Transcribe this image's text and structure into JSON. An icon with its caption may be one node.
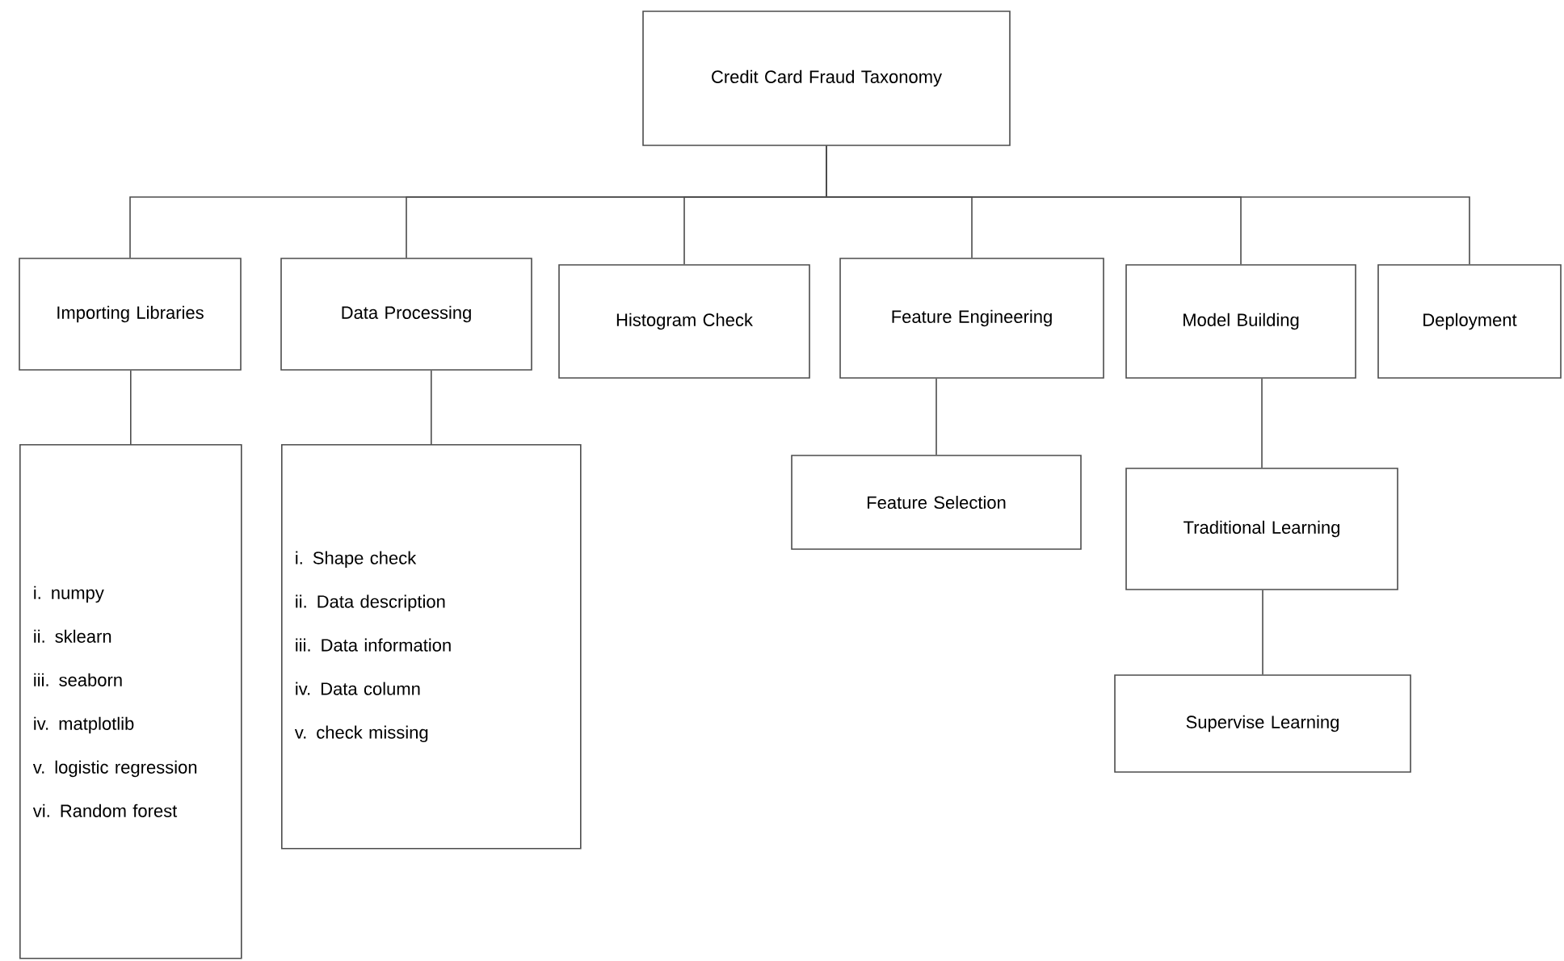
{
  "diagram": {
    "nodes": [
      {
        "text": [
          "Credit Card Fraud Taxonomy"
        ]
      },
      {
        "text": [
          "Importing Libraries"
        ]
      },
      {
        "text": [
          "Data Processing"
        ]
      },
      {
        "text": [
          "Histogram Check"
        ]
      },
      {
        "text": [
          "Feature Engineering"
        ]
      },
      {
        "text": [
          "Model Building"
        ]
      },
      {
        "text": [
          "Deployment"
        ]
      },
      {
        "text": [
          "i. numpy",
          "ii. sklearn",
          "iii. seaborn",
          "iv. matplotlib",
          "v. logistic regression",
          "vi. Random forest"
        ]
      },
      {
        "text": [
          "i. Shape check",
          "ii. Data description",
          "iii. Data information",
          "iv. Data column",
          "v. check missing"
        ]
      },
      {
        "text": [
          "Feature Selection"
        ]
      },
      {
        "text": [
          "Traditional Learning"
        ]
      },
      {
        "text": [
          "Supervise Learning"
        ]
      }
    ],
    "edges": [
      {
        "from": 0,
        "to": 1,
        "arrow": "none"
      },
      {
        "from": 0,
        "to": 2,
        "arrow": "none"
      },
      {
        "from": 0,
        "to": 3,
        "arrow": "none"
      },
      {
        "from": 0,
        "to": 4,
        "arrow": "none"
      },
      {
        "from": 0,
        "to": 5,
        "arrow": "none"
      },
      {
        "from": 0,
        "to": 6,
        "arrow": "none"
      },
      {
        "from": 1,
        "to": 7,
        "arrow": "none"
      },
      {
        "from": 2,
        "to": 8,
        "arrow": "none"
      },
      {
        "from": 4,
        "to": 9,
        "arrow": "none"
      },
      {
        "from": 5,
        "to": 10,
        "arrow": "none"
      },
      {
        "from": 10,
        "to": 11,
        "arrow": "none"
      }
    ]
  }
}
